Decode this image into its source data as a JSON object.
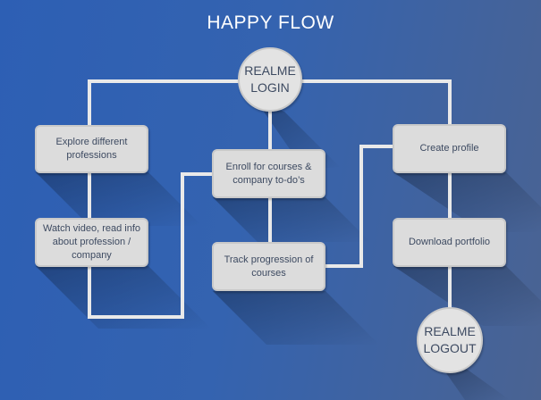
{
  "title": "HAPPY FLOW",
  "nodes": {
    "login": "REALME\nLOGIN",
    "explore": "Explore different\nprofessions",
    "watch": "Watch video, read info\nabout profession /\ncompany",
    "enroll": "Enroll for courses &\ncompany to-do’s",
    "track": "Track progression of\ncourses",
    "create": "Create profile",
    "download": "Download portfolio",
    "logout": "REALME\nLOGOUT"
  },
  "colors": {
    "line": "#e9e9e9",
    "box": "#dcdcdc",
    "text": "#3d4a61",
    "bg_left": "#2d5fb4",
    "bg_right": "#4a6392"
  }
}
